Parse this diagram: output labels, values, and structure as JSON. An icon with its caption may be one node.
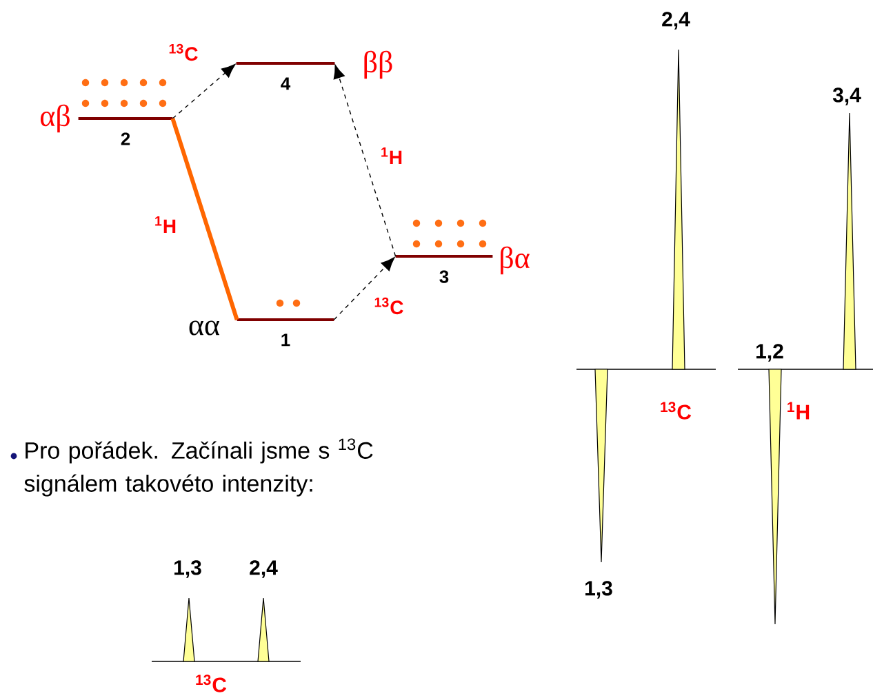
{
  "diagram": {
    "nodes": [
      {
        "text": [
          "1"
        ],
        "beside": [
          "αα"
        ]
      },
      {
        "text": [
          "2"
        ],
        "beside": [
          "αβ"
        ]
      },
      {
        "text": [
          "3"
        ],
        "beside": [
          "βα"
        ]
      },
      {
        "text": [
          "4"
        ],
        "beside": [
          "ββ"
        ]
      }
    ],
    "edges": [
      {
        "from": 1,
        "to": 3,
        "arrow": "to",
        "style": "dashed",
        "label": "$^{13}$C"
      },
      {
        "from": 2,
        "to": 3,
        "arrow": "to",
        "style": "dashed",
        "label": "$^{1}$H"
      },
      {
        "from": 0,
        "to": 2,
        "arrow": "to",
        "style": "dashed",
        "label": "$^{13}$C"
      },
      {
        "from": 1,
        "to": 0,
        "arrow": "none",
        "style": "thick",
        "color": "#ff6600",
        "label": "$^{1}$H"
      }
    ],
    "labels": [
      "2,4",
      "3,4",
      "1,2",
      "$^{13}$C",
      "$^{1}$H",
      "Pro pořádek. Začínali jsme s $^{13}$C signálem takovéto intenzity:",
      "1,3",
      "1,3",
      "2,4",
      "$^{13}$C"
    ]
  }
}
